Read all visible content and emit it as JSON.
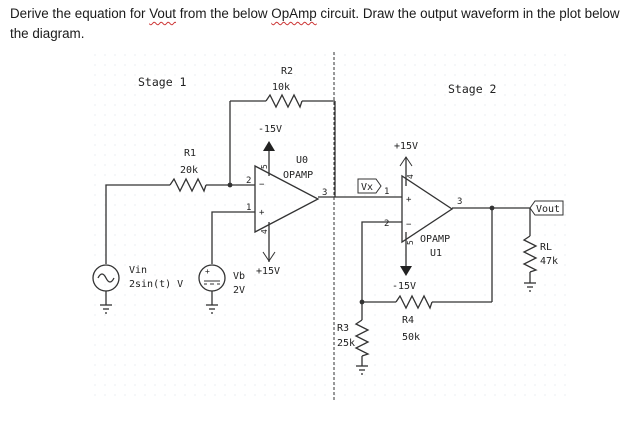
{
  "question": {
    "part1": "Derive the equation for ",
    "word1": "Vout",
    "part2": " from the below ",
    "word2": "OpAmp",
    "part3": " circuit. Draw the output waveform in the plot below the diagram."
  },
  "stages": {
    "stage1": "Stage 1",
    "stage2": "Stage 2"
  },
  "components": {
    "R1": {
      "name": "R1",
      "value": "20k"
    },
    "R2": {
      "name": "R2",
      "value": "10k"
    },
    "R3": {
      "name": "R3",
      "value": "25k"
    },
    "R4": {
      "name": "R4",
      "value": "50k"
    },
    "RL": {
      "name": "RL",
      "value": "47k"
    },
    "U0": {
      "name": "U0",
      "type": "OPAMP"
    },
    "U1": {
      "name": "U1",
      "type": "OPAMP"
    },
    "Vin": {
      "name": "Vin",
      "value": "2sin(t) V"
    },
    "Vb": {
      "name": "Vb",
      "value": "2V"
    }
  },
  "supplies": {
    "u0_neg": "-15V",
    "u0_pos": "+15V",
    "u1_pos": "+15V",
    "u1_neg": "-15V"
  },
  "nets": {
    "vx": "Vx",
    "vout": "Vout"
  },
  "pins": {
    "u0": {
      "inv": "2",
      "noninv": "1",
      "out": "3",
      "vplus": "5",
      "vminus": "4"
    },
    "u1": {
      "noninv": "1",
      "inv": "2",
      "out": "3",
      "vplus": "4",
      "vminus": "5"
    }
  }
}
